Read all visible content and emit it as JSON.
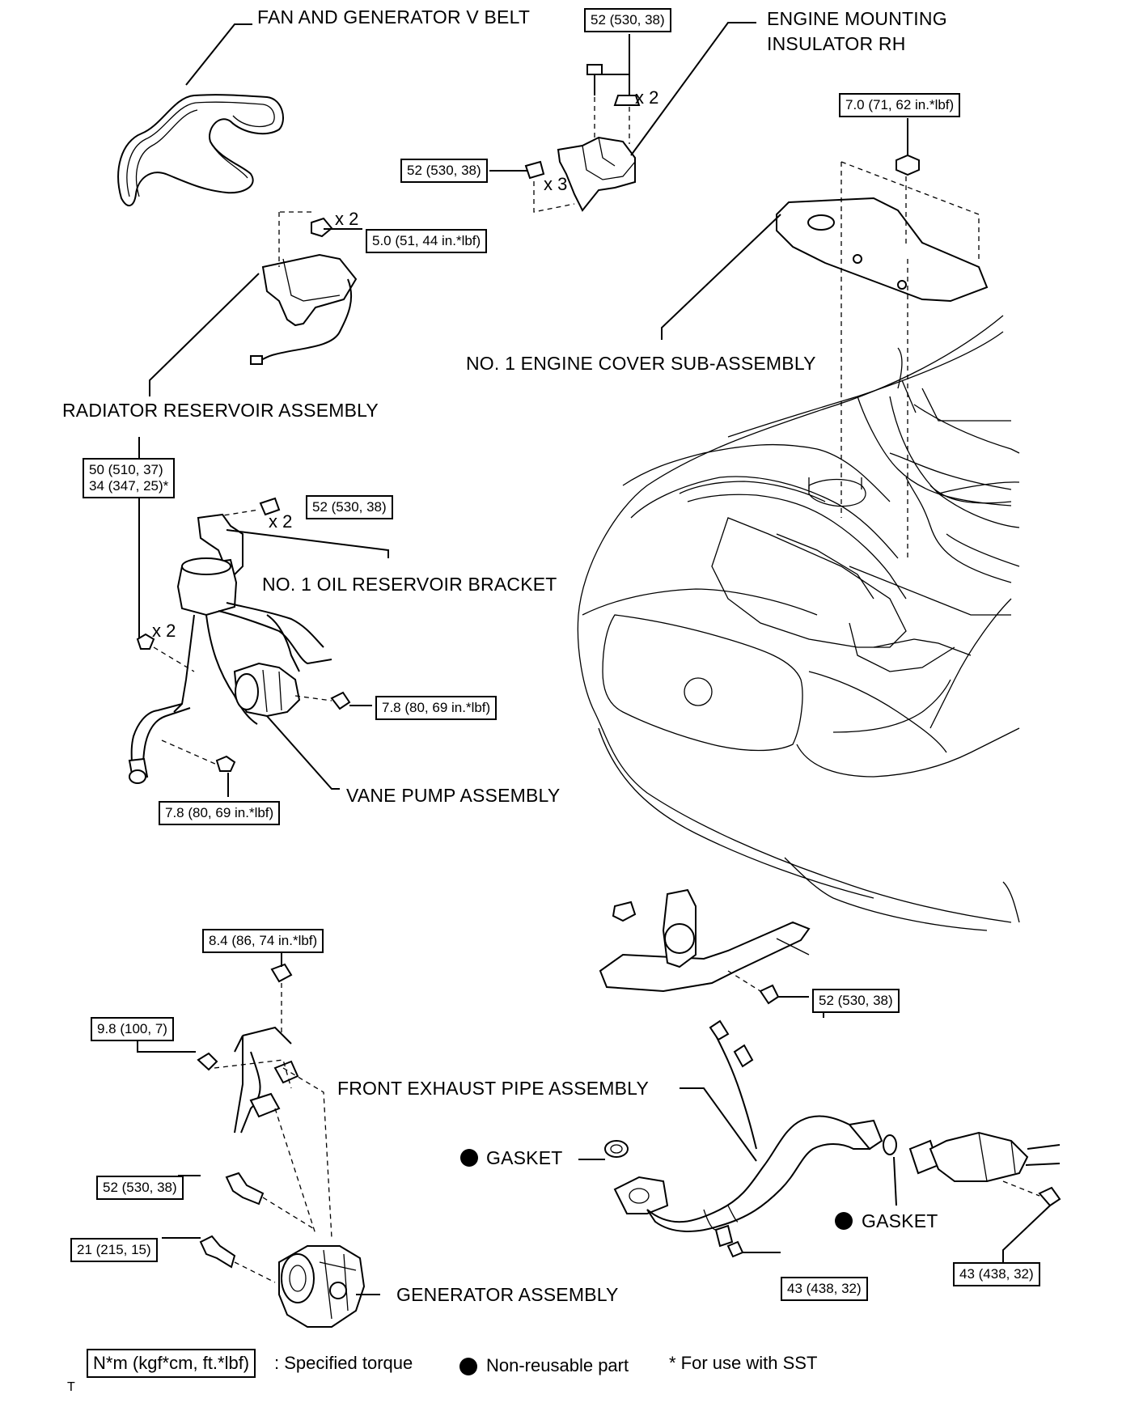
{
  "labels": {
    "fan_belt": "FAN AND GENERATOR V BELT",
    "engine_mount_l1": "ENGINE MOUNTING",
    "engine_mount_l2": "INSULATOR RH",
    "engine_cover": "NO. 1 ENGINE COVER SUB-ASSEMBLY",
    "radiator_reservoir": "RADIATOR RESERVOIR ASSEMBLY",
    "oil_bracket": "NO. 1 OIL RESERVOIR BRACKET",
    "vane_pump": "VANE PUMP ASSEMBLY",
    "front_exhaust": "FRONT EXHAUST PIPE ASSEMBLY",
    "gasket_1": "GASKET",
    "gasket_2": "GASKET",
    "generator": "GENERATOR ASSEMBLY"
  },
  "torques": {
    "mount_top": "52 (530, 38)",
    "mount_side": "52 (530, 38)",
    "cover_nut": "7.0 (71, 62 in.*lbf)",
    "reservoir_bolt": "5.0 (51, 44 in.*lbf)",
    "pump_bolts_l1": "50 (510, 37)",
    "pump_bolts_l2": "34 (347, 25)*",
    "bracket_bolts": "52 (530, 38)",
    "pump_right": "7.8 (80, 69 in.*lbf)",
    "pump_bottom": "7.8 (80, 69 in.*lbf)",
    "gen_wire_top": "8.4 (86, 74 in.*lbf)",
    "gen_nut": "9.8 (100, 7)",
    "mount_lower": "52 (530, 38)",
    "gen_bolt_upper": "52 (530, 38)",
    "gen_bolt_lower": "21 (215, 15)",
    "exhaust_center": "43 (438, 32)",
    "exhaust_right": "43 (438, 32)"
  },
  "quantities": {
    "mount_nuts": "x 2",
    "mount_bolts": "x 3",
    "reservoir_bolts": "x 2",
    "bracket_bolts": "x 2",
    "pump_bolts": "x 2"
  },
  "legend": {
    "torque_box": "N*m (kgf*cm, ft.*lbf)",
    "torque_text": ": Specified torque",
    "nonreusable_text": "Non-reusable part",
    "sst_text": "* For use with SST"
  },
  "corner_mark": "T"
}
